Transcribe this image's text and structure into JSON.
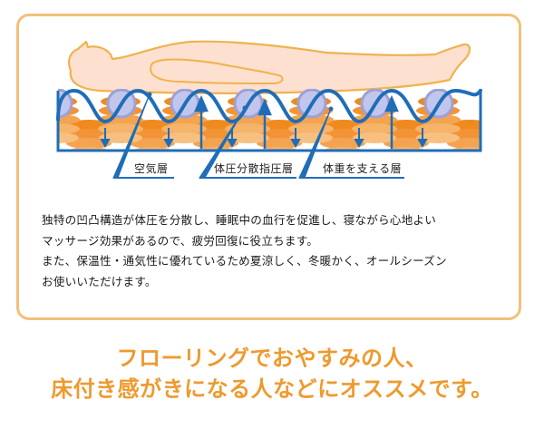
{
  "diagram": {
    "labels": [
      "空気層",
      "体圧分散指圧層",
      "体重を支える層"
    ],
    "colors": {
      "panel_border": "#f2c07a",
      "body_fill": "#fde0cf",
      "body_outline": "#f0b24e",
      "wave_line": "#1f6db8",
      "air_bubble": "#c2c6ec",
      "air_bubble_top": "#9aa2d8",
      "pad_dark": "#ef8a1f",
      "pad_light": "#f6b36a",
      "headline": "#ee9a2e"
    }
  },
  "description": {
    "lines": [
      "独特の凹凸構造が体圧を分散し、睡眠中の血行を促進し、寝ながら心地よい",
      "マッサージ効果があるので、疲労回復に役立ちます。",
      "また、保温性・通気性に優れているため夏涼しく、冬暖かく、オールシーズン",
      "お使いいただけます。"
    ]
  },
  "headline": {
    "lines": [
      "フローリングでおやすみの人、",
      "床付き感がきになる人などにオススメです。"
    ]
  }
}
